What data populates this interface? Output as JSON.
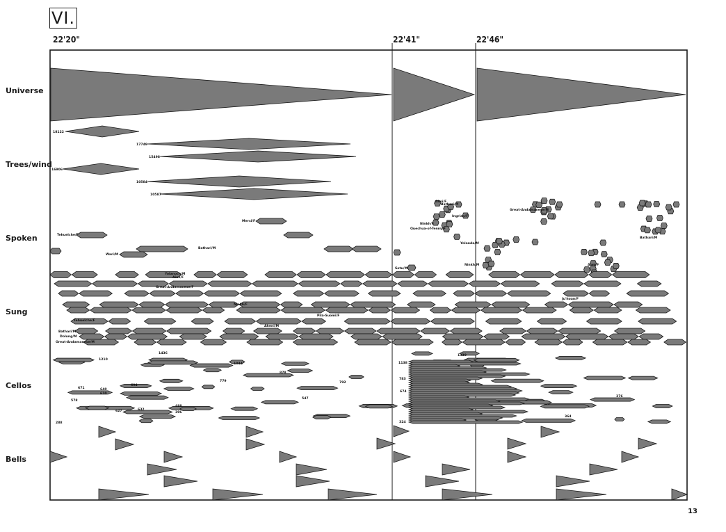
{
  "section": "VI.",
  "times": [
    "22'20\"",
    "22'41\"",
    "22'46\""
  ],
  "rows": [
    "Universe",
    "Trees/wind",
    "Spoken",
    "Sung",
    "Cellos",
    "Bells"
  ],
  "page_number": "13",
  "fill_color": "#7a7a7a",
  "stroke_color": "#1a1a1a",
  "trees_labels": [
    "18122",
    "17749",
    "15498",
    "16906",
    "10584",
    "10587"
  ],
  "spoken_labels": [
    "Aimi/F",
    "Bathari/M",
    "Ingrian/F",
    "Great-Andamanese/M",
    "Ninkh/F",
    "Quechua-of-Tenny/F",
    "Tehuelche/F",
    "Mersi/F",
    "Wari/M",
    "Bathari/M",
    "Setu/M",
    "Yolanda/M",
    "Ninkh/M",
    "Aimi/F",
    "Bathari/M"
  ],
  "sung_labels": [
    "Yolanoch/M",
    "Aimi/F",
    "Great-Andamanese/F",
    "Ninkh/F",
    "Tehuelche/F",
    "Bathari/M",
    "Dolung/M",
    "Great-Andamanese/M",
    "Pila-Suomi/F",
    "Aheni/M",
    "Ju'hoan/F"
  ],
  "cello_labels": [
    "1210",
    "1436",
    "1044",
    "878",
    "779",
    "792",
    "1138",
    "1320",
    "783",
    "674",
    "578",
    "671",
    "640",
    "610",
    "694",
    "488",
    "396",
    "627",
    "632",
    "288",
    "324",
    "376",
    "364",
    "547"
  ]
}
